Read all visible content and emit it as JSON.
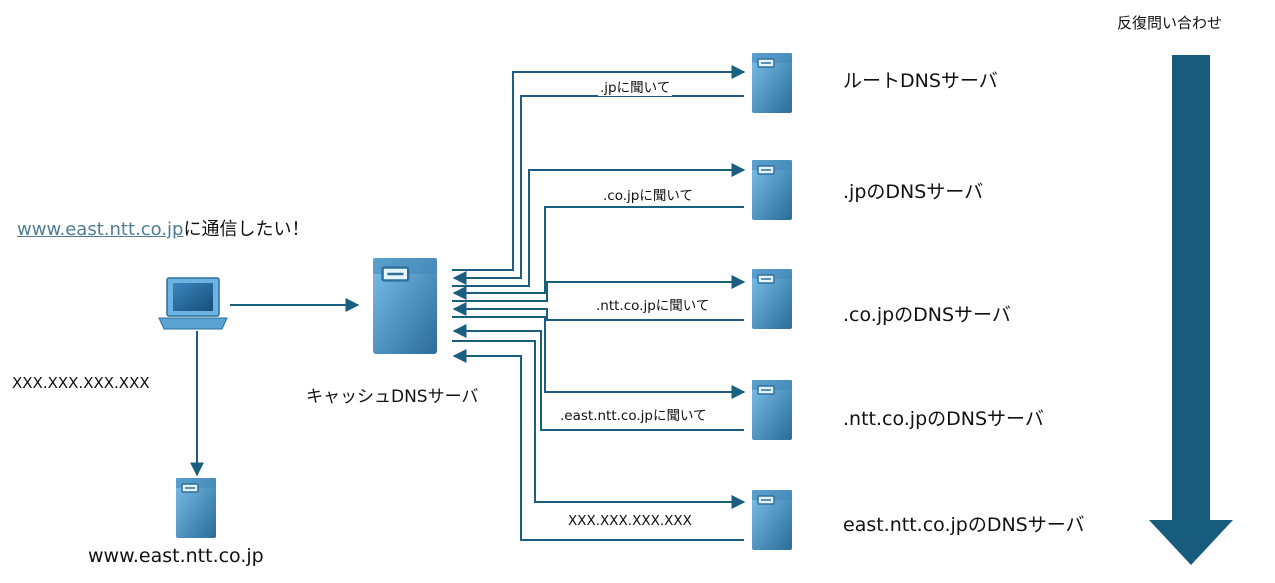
{
  "header": {
    "repeat_title": "反復問い合わせ"
  },
  "client": {
    "url_link": "www.east.ntt.co.jp",
    "url_suffix": "に通信したい！",
    "resolved_ip": "XXX.XXX.XXX.XXX"
  },
  "cache_server": {
    "label": "キャッシュDNSサーバ"
  },
  "target_host": {
    "label": "www.east.ntt.co.jp"
  },
  "authoritative_servers": [
    {
      "name": "ルートDNSサーバ",
      "reply_label": ".jpに聞いて"
    },
    {
      "name": ".jpのDNSサーバ",
      "reply_label": ".co.jpに聞いて"
    },
    {
      "name": ".co.jpのDNSサーバ",
      "reply_label": ".ntt.co.jpに聞いて"
    },
    {
      "name": ".ntt.co.jpのDNSサーバ",
      "reply_label": ".east.ntt.co.jpに聞いて"
    },
    {
      "name": "east.ntt.co.jpのDNSサーバ",
      "reply_label": "XXX.XXX.XXX.XXX"
    }
  ],
  "colors": {
    "wire": "#1b5f80",
    "big_arrow": "#175c7c",
    "server_light": "#5ea6d6",
    "server_dark": "#2c6f9c",
    "link": "#4f7d93"
  }
}
